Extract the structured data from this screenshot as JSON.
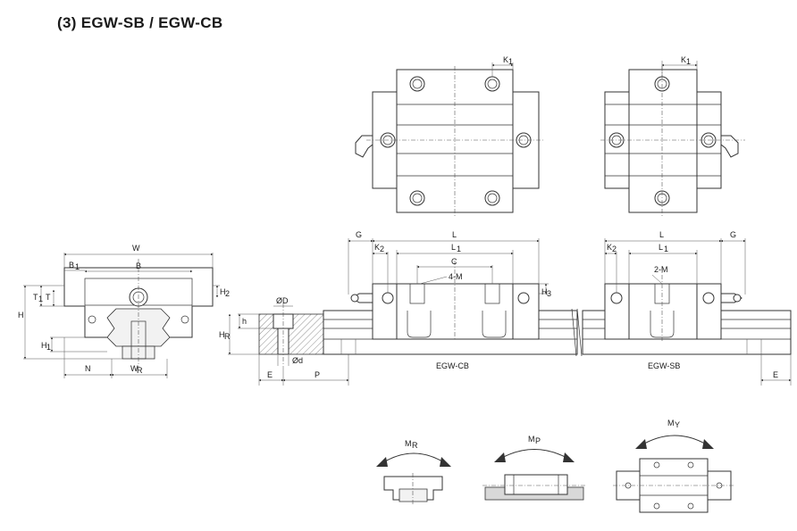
{
  "title": "(3) EGW-SB / EGW-CB",
  "labels": {
    "W": "W",
    "B1": "B",
    "B1_sub": "1",
    "B": "B",
    "T1": "T",
    "T1_sub": "1",
    "T": "T",
    "H2": "H",
    "H2_sub": "2",
    "H": "H",
    "H1": "H",
    "H1_sub": "1",
    "N": "N",
    "WR": "W",
    "WR_sub": "R",
    "OD": "ØD",
    "h": "h",
    "HR": "H",
    "HR_sub": "R",
    "Od": "Ød",
    "E": "E",
    "P": "P",
    "G": "G",
    "K2": "K",
    "K2_sub": "2",
    "K1": "K",
    "K1_sub": "1",
    "L": "L",
    "L1": "L",
    "L1_sub": "1",
    "C": "C",
    "fourM": "4-M",
    "twoM": "2-M",
    "H3": "H",
    "H3_sub": "3",
    "EGW_CB": "EGW-CB",
    "EGW_SB": "EGW-SB",
    "MR": "M",
    "MR_sub": "R",
    "MP": "M",
    "MP_sub": "P",
    "MY": "M",
    "MY_sub": "Y"
  }
}
